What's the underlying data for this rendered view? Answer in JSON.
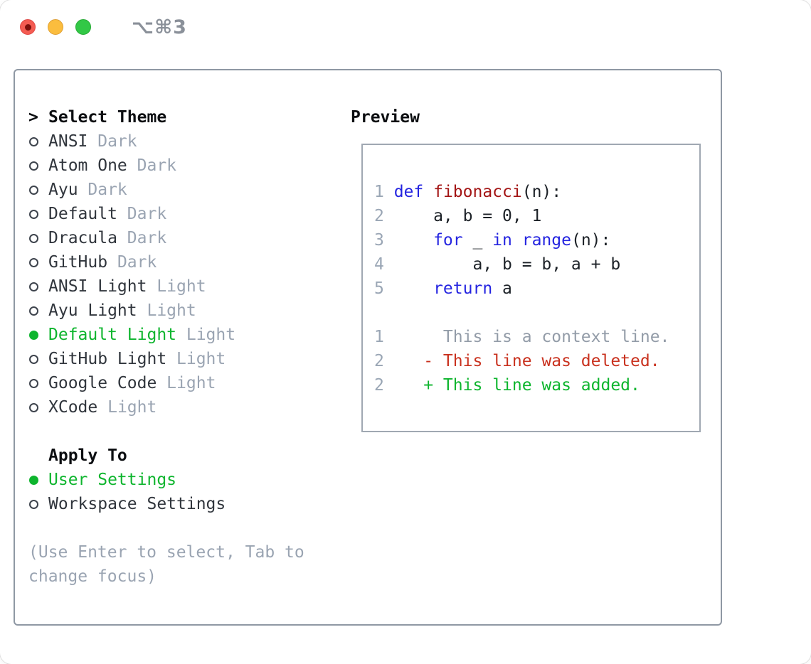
{
  "window": {
    "title": "⌥⌘3",
    "traffic_lights": [
      {
        "name": "close"
      },
      {
        "name": "minimize"
      },
      {
        "name": "zoom"
      }
    ]
  },
  "theme_selector": {
    "cursor": ">",
    "title": "Select Theme",
    "themes": [
      {
        "name": "ANSI",
        "variant": "Dark",
        "selected": false
      },
      {
        "name": "Atom One",
        "variant": "Dark",
        "selected": false
      },
      {
        "name": "Ayu",
        "variant": "Dark",
        "selected": false
      },
      {
        "name": "Default",
        "variant": "Dark",
        "selected": false
      },
      {
        "name": "Dracula",
        "variant": "Dark",
        "selected": false
      },
      {
        "name": "GitHub",
        "variant": "Dark",
        "selected": false
      },
      {
        "name": "ANSI Light",
        "variant": "Light",
        "selected": false
      },
      {
        "name": "Ayu Light",
        "variant": "Light",
        "selected": false
      },
      {
        "name": "Default Light",
        "variant": "Light",
        "selected": true
      },
      {
        "name": "GitHub Light",
        "variant": "Light",
        "selected": false
      },
      {
        "name": "Google Code",
        "variant": "Light",
        "selected": false
      },
      {
        "name": "XCode",
        "variant": "Light",
        "selected": false
      }
    ],
    "apply_to": {
      "title": "Apply To",
      "options": [
        {
          "name": "User Settings",
          "selected": true
        },
        {
          "name": "Workspace Settings",
          "selected": false
        }
      ]
    },
    "help_text": "(Use Enter to select, Tab to change focus)"
  },
  "preview": {
    "title": "Preview",
    "lines": [
      {
        "num": "1",
        "segments": [
          [
            "kw",
            "def"
          ],
          [
            "plain",
            " "
          ],
          [
            "fn",
            "fibonacci"
          ],
          [
            "plain",
            "(n):"
          ]
        ]
      },
      {
        "num": "2",
        "segments": [
          [
            "plain",
            "    a, b = 0, 1"
          ]
        ]
      },
      {
        "num": "3",
        "segments": [
          [
            "plain",
            "    "
          ],
          [
            "kw",
            "for"
          ],
          [
            "plain",
            " _ "
          ],
          [
            "kw",
            "in"
          ],
          [
            "plain",
            " "
          ],
          [
            "kw",
            "range"
          ],
          [
            "plain",
            "(n):"
          ]
        ]
      },
      {
        "num": "4",
        "segments": [
          [
            "plain",
            "        a, b = b, a + b"
          ]
        ]
      },
      {
        "num": "5",
        "segments": [
          [
            "plain",
            "    "
          ],
          [
            "kw",
            "return"
          ],
          [
            "plain",
            " a"
          ]
        ]
      },
      {
        "num": "",
        "segments": []
      },
      {
        "num": "1",
        "segments": [
          [
            "ctx",
            "     This is a context line."
          ]
        ]
      },
      {
        "num": "2",
        "segments": [
          [
            "del",
            "   - This line was deleted."
          ]
        ]
      },
      {
        "num": "2",
        "segments": [
          [
            "add",
            "   + This line was added."
          ]
        ]
      }
    ]
  },
  "colors": {
    "selection_green": "#0eb52e",
    "added_green": "#0eb52e",
    "deleted_red": "#c9321f",
    "keyword_blue": "#2424e0",
    "function_red": "#a31515",
    "muted_gray": "#9aa4b2",
    "panel_border": "#8f98a4",
    "text_dark": "#30353c"
  }
}
